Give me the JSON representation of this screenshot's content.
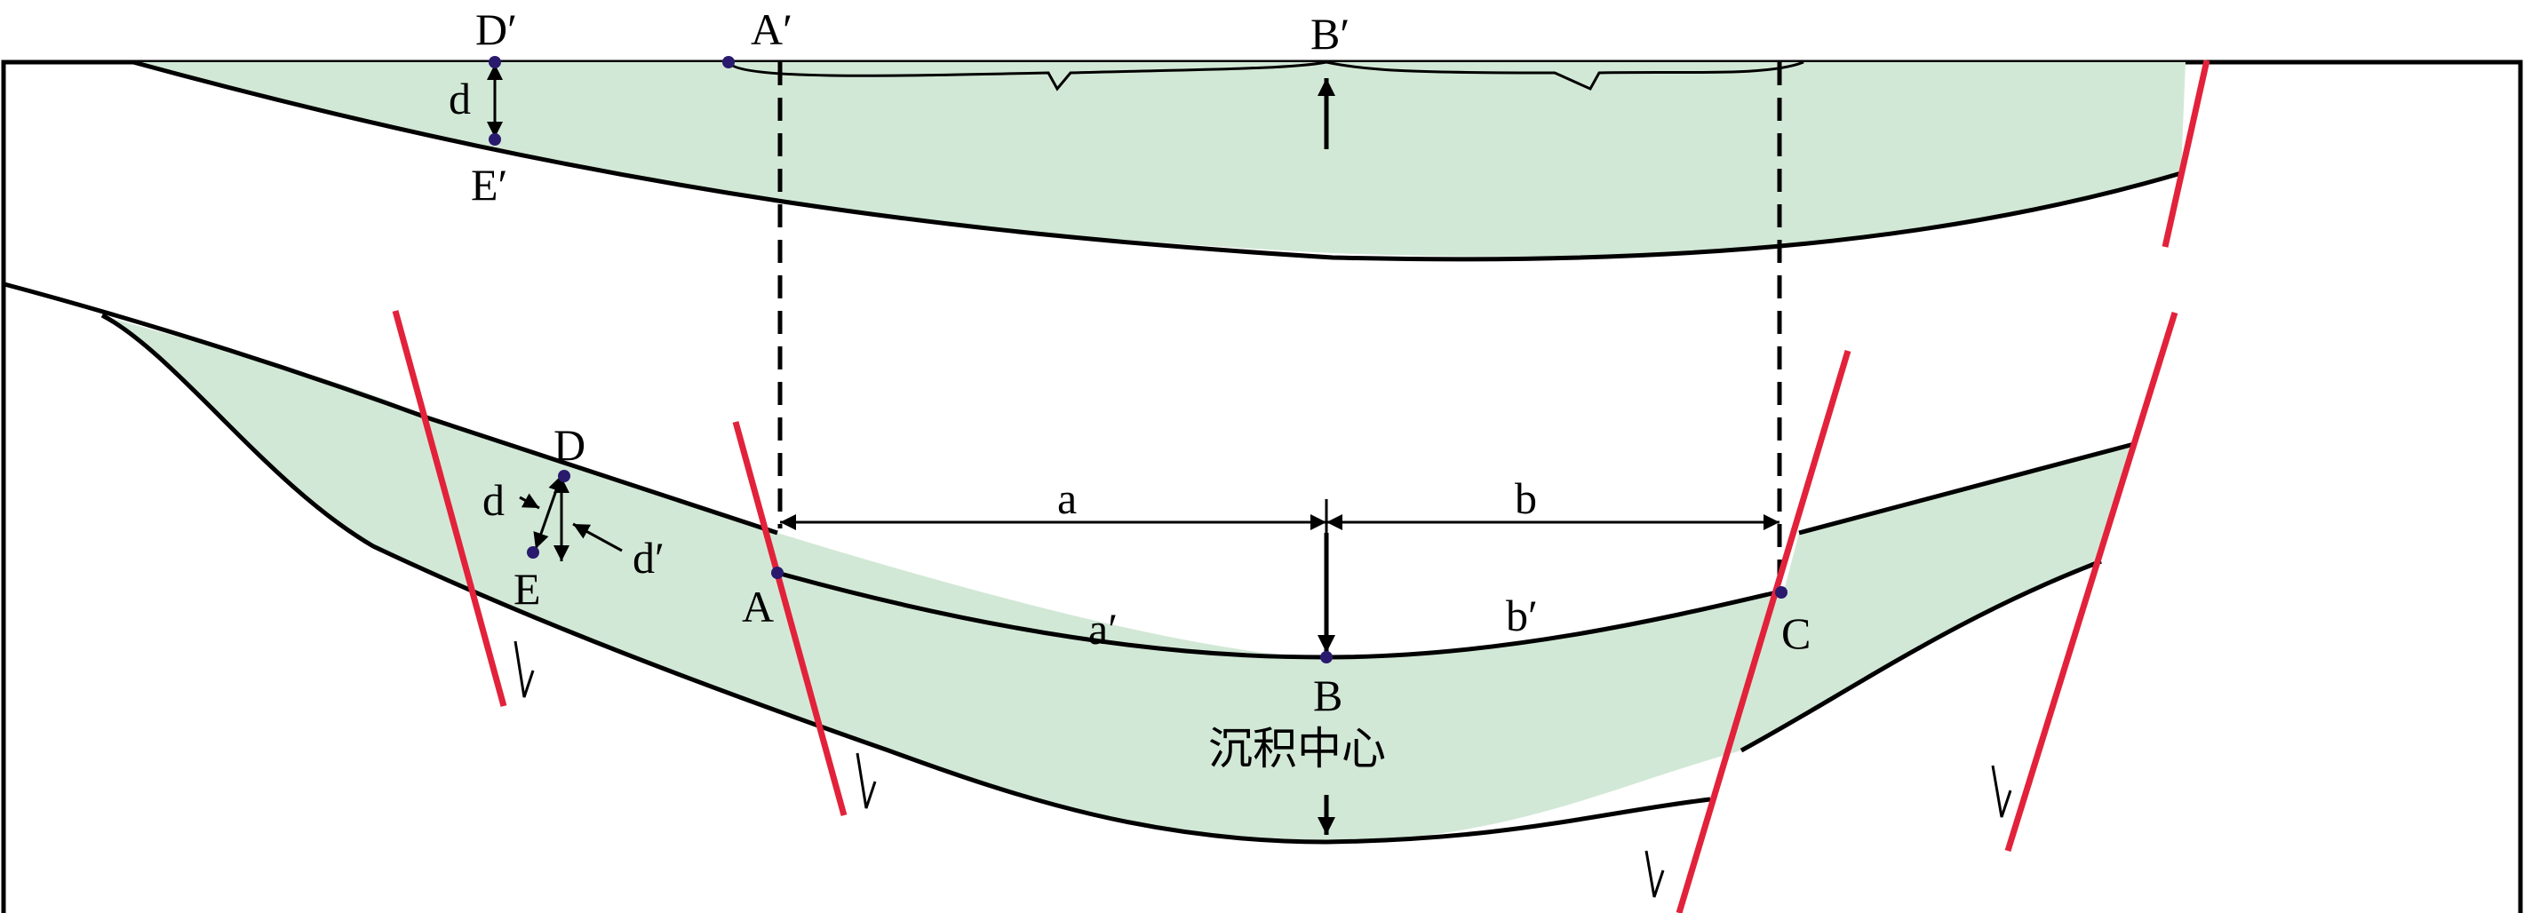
{
  "colors": {
    "layer_fill": "#d2e8d6",
    "fault": "#e2223b",
    "point": "#2a1a6e",
    "line": "#000000"
  },
  "labels": {
    "D_prime": "D′",
    "A_prime": "A′",
    "B_prime": "B′",
    "d_top": "d",
    "E_prime": "E′",
    "D": "D",
    "d_small": "d",
    "d_prime": "d′",
    "E": "E",
    "A": "A",
    "a": "a",
    "b": "b",
    "a_prime": "a′",
    "b_prime": "b′",
    "B": "B",
    "C": "C",
    "depocenter": "沉积中心"
  },
  "icons": [
    "normal-fault-slip-arrow-icon"
  ]
}
